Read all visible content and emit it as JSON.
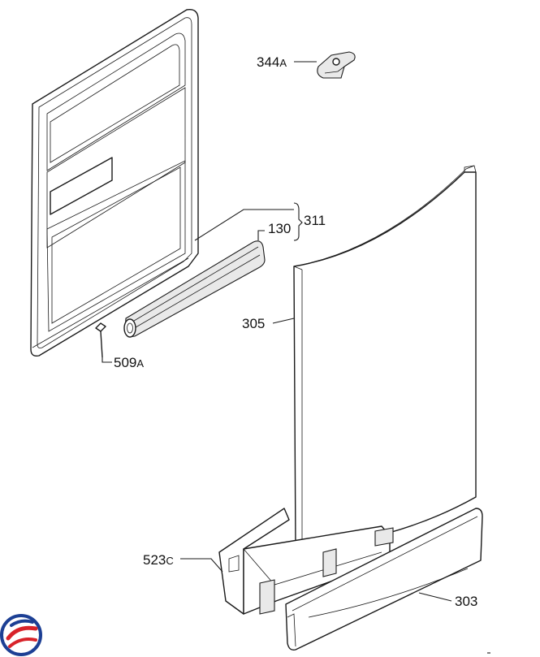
{
  "diagram": {
    "type": "exploded-parts-view",
    "parts": [
      {
        "id": "part-344a",
        "number": "344",
        "suffix": "A"
      },
      {
        "id": "part-311",
        "number": "311",
        "suffix": ""
      },
      {
        "id": "part-130",
        "number": "130",
        "suffix": ""
      },
      {
        "id": "part-305",
        "number": "305",
        "suffix": ""
      },
      {
        "id": "part-509a",
        "number": "509",
        "suffix": "A"
      },
      {
        "id": "part-523c",
        "number": "523",
        "suffix": "C"
      },
      {
        "id": "part-303",
        "number": "303",
        "suffix": ""
      }
    ],
    "colors": {
      "line": "#1a1a1a",
      "shade": "#e9e9e9",
      "logo_blue": "#1c3f94",
      "logo_red": "#d8232a"
    }
  }
}
